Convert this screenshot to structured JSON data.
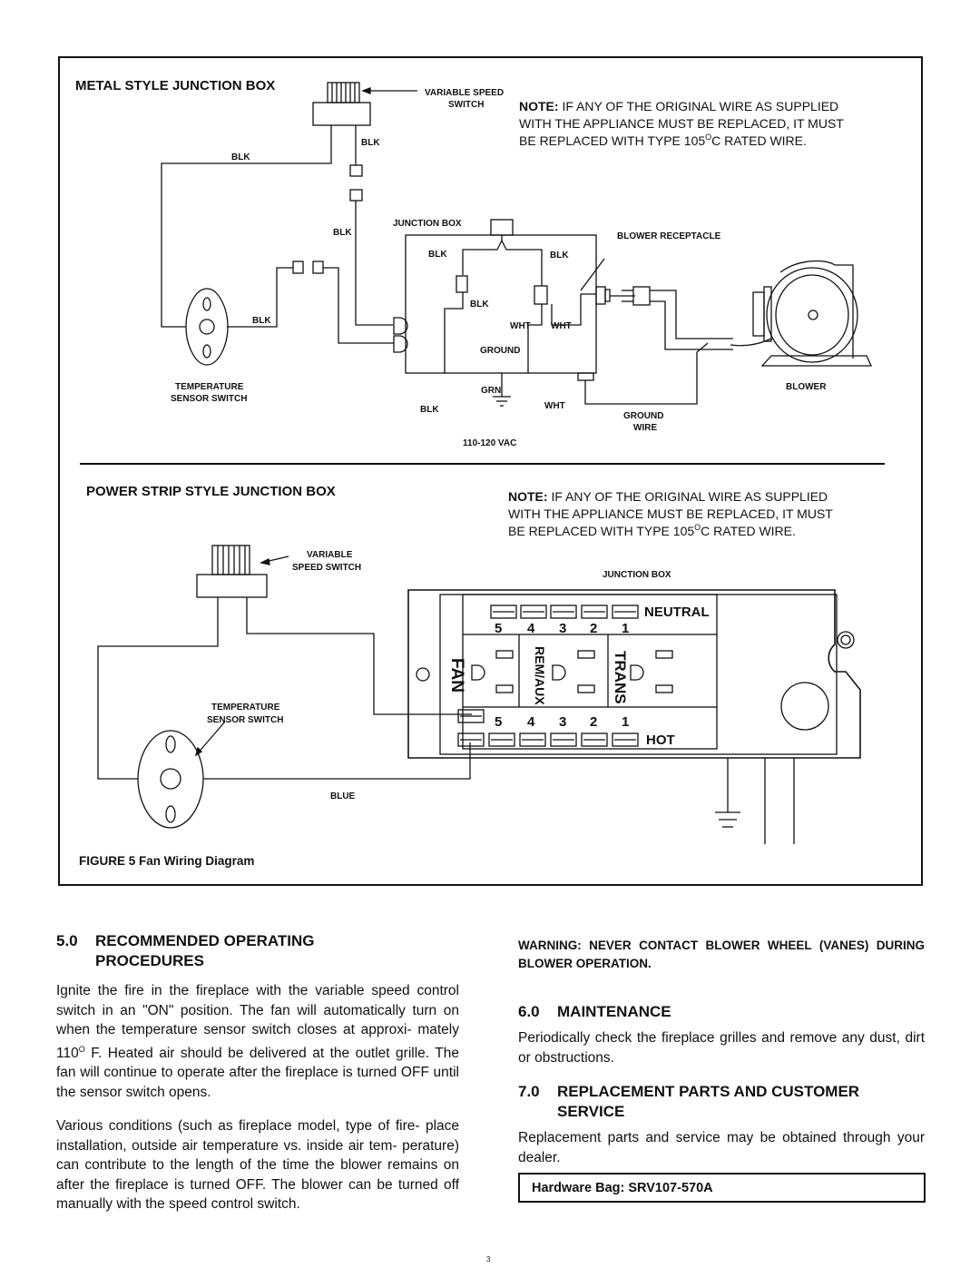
{
  "figure": {
    "metal_title": "METAL STYLE JUNCTION BOX",
    "note1": {
      "label": "NOTE:",
      "line1": " IF ANY OF THE ORIGINAL WIRE AS SUPPLIED",
      "line2": "WITH THE APPLIANCE MUST BE REPLACED, IT MUST",
      "line3_pre": "BE REPLACED WITH TYPE 105",
      "line3_post": "C RATED WIRE."
    },
    "labels": {
      "variable_speed": "VARIABLE SPEED",
      "switch": "SWITCH",
      "blk": "BLK",
      "wht": "WHT",
      "grn": "GRN",
      "junction_box": "JUNCTION BOX",
      "blower_receptacle": "BLOWER  RECEPTACLE",
      "ground": "GROUND",
      "blower": "BLOWER",
      "temperature": "TEMPERATURE",
      "sensor_switch": "SENSOR SWITCH",
      "ground_wire_1": "GROUND",
      "ground_wire_2": "WIRE",
      "voltage": "110-120 VAC",
      "variable": "VARIABLE",
      "speed_switch": "SPEED SWITCH",
      "blue": "BLUE"
    },
    "strip_title": "POWER STRIP STYLE JUNCTION BOX",
    "note2": {
      "label": "NOTE:",
      "line1": " IF ANY OF THE ORIGINAL WIRE AS SUPPLIED",
      "line2": "WITH THE APPLIANCE MUST BE REPLACED, IT MUST",
      "line3_pre": "BE REPLACED WITH TYPE 105",
      "line3_post": "C RATED WIRE."
    },
    "strip": {
      "neutral": "NEUTRAL",
      "hot": "HOT",
      "numbers": [
        "5",
        "4",
        "3",
        "2",
        "1"
      ],
      "fan": "FAN",
      "rem_aux": "REM/AUX",
      "trans": "TRANS"
    },
    "degree": "O",
    "caption": "FIGURE 5  Fan Wiring Diagram"
  },
  "sections": {
    "s5": {
      "num": "5.0",
      "title_1": "RECOMMENDED  OPERATING",
      "title_2": "PROCEDURES",
      "p1_pre": "Ignite the fire in the fireplace with the variable speed control switch in an \"ON\" position. The fan will automatically turn on when the temperature sensor switch closes at approxi- mately 110",
      "p1_post": " F. Heated air should be delivered at the outlet grille. The fan will continue to operate after the fireplace is turned OFF until the sensor switch opens.",
      "p2": "Various conditions (such as fireplace model, type of fire- place installation, outside air temperature vs. inside air tem- perature) can contribute to the length of the time the blower remains on after the fireplace is turned OFF. The blower can be turned off manually with the speed control switch."
    },
    "warning": "WARNING: NEVER CONTACT BLOWER WHEEL (VANES) DURING BLOWER OPERATION.",
    "s6": {
      "num": "6.0",
      "title": "MAINTENANCE",
      "p": "Periodically check the fireplace grilles and remove any dust, dirt or obstructions."
    },
    "s7": {
      "num": "7.0",
      "title_1": "REPLACEMENT  PARTS  AND  CUSTOMER",
      "title_2": "SERVICE",
      "p": "Replacement parts and service may be obtained through your dealer."
    },
    "hardware": "Hardware Bag:  SRV107-570A",
    "page_number": "3"
  }
}
